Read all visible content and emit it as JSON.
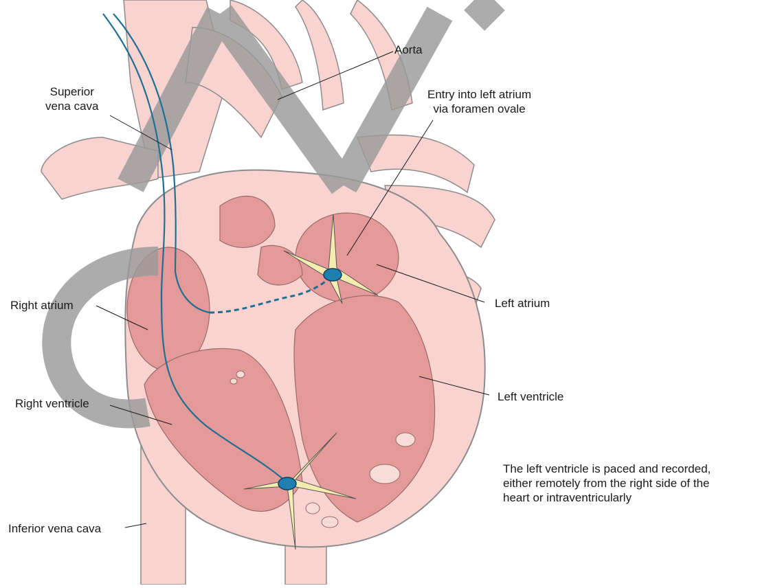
{
  "labels": {
    "aorta": "Aorta",
    "superior_vena_cava": [
      "Superior",
      "vena cava"
    ],
    "entry_left_atrium": [
      "Entry into left atrium",
      "via foramen ovale"
    ],
    "right_atrium": "Right atrium",
    "left_atrium": "Left atrium",
    "right_ventricle": "Right ventricle",
    "left_ventricle": "Left ventricle",
    "inferior_vena_cava": "Inferior vena cava"
  },
  "note": [
    "The left ventricle is paced and recorded,",
    "either remotely from the right side of the",
    "heart or intraventricularly"
  ],
  "colors": {
    "outer_tissue": "#f8d3d0",
    "inner_chamber": "#e49a98",
    "outline": "#8c8c8c",
    "catheter": "#1e6f93",
    "electrode": "#1f7fb0",
    "spark": "#f5edb0",
    "watermark": "#9a9a9a"
  }
}
